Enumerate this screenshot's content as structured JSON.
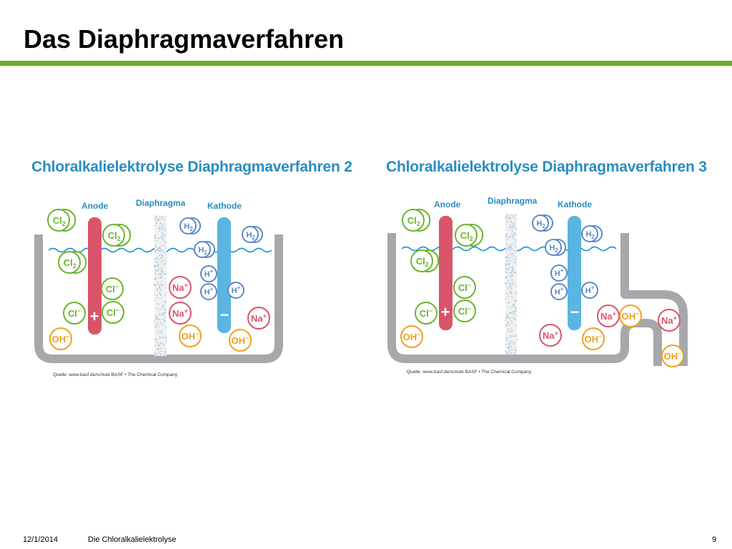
{
  "slide": {
    "title": "Das Diaphragmaverfahren",
    "accent_color": "#6aab2e"
  },
  "colors": {
    "figure_title": "#2a8cc0",
    "label_blue": "#2a8cc0",
    "anode_red": "#d9546a",
    "cathode_blue": "#5ab5e0",
    "cl_green": "#6ab42c",
    "h_blue": "#5b89c4",
    "na_red": "#d9546a",
    "oh_orange": "#f0a020",
    "vessel_gray": "#a6a8ab",
    "water_blue": "#1f97d0",
    "diaphragm_gray": "#b8c4cc"
  },
  "figures": [
    {
      "title": "Chloralkalielektrolyse Diaphragmaverfahren 2",
      "labels": {
        "anode": "Anode",
        "diaphragm": "Diaphragma",
        "cathode": "Kathode"
      },
      "anode_sign": "+",
      "cathode_sign": "−",
      "source": "Quelle: www.basf.de/schule  BASF • The Chemical Company",
      "particles": [
        {
          "symbol": "Cl",
          "sub": "2",
          "kind": "cl2"
        },
        {
          "symbol": "Cl",
          "sub": "2",
          "kind": "cl2"
        },
        {
          "symbol": "Cl",
          "sub": "2",
          "kind": "cl2"
        },
        {
          "symbol": "Cl",
          "sup": "−",
          "kind": "cl"
        },
        {
          "symbol": "Cl",
          "sup": "−",
          "kind": "cl"
        },
        {
          "symbol": "Cl",
          "sup": "−",
          "kind": "cl"
        },
        {
          "symbol": "OH",
          "sup": "−",
          "kind": "oh"
        },
        {
          "symbol": "Na",
          "sup": "+",
          "kind": "na"
        },
        {
          "symbol": "OH",
          "sup": "−",
          "kind": "oh"
        },
        {
          "symbol": "Na",
          "sup": "+",
          "kind": "na"
        },
        {
          "symbol": "H",
          "sub": "2",
          "kind": "h2"
        },
        {
          "symbol": "H",
          "sub": "2",
          "kind": "h2"
        },
        {
          "symbol": "H",
          "sub": "2",
          "kind": "h2"
        },
        {
          "symbol": "H",
          "sup": "+",
          "kind": "h"
        },
        {
          "symbol": "H",
          "sup": "+",
          "kind": "h"
        },
        {
          "symbol": "H",
          "sup": "+",
          "kind": "h"
        },
        {
          "symbol": "Na",
          "sup": "+",
          "kind": "na"
        },
        {
          "symbol": "OH",
          "sup": "−",
          "kind": "oh"
        }
      ]
    },
    {
      "title": "Chloralkalielektrolyse Diaphragmaverfahren 3",
      "labels": {
        "anode": "Anode",
        "diaphragm": "Diaphragma",
        "cathode": "Kathode"
      },
      "anode_sign": "+",
      "cathode_sign": "−",
      "source": "Quelle: www.basf.de/schule  BASF • The Chemical Company",
      "particles": [
        {
          "symbol": "Cl",
          "sub": "2",
          "kind": "cl2"
        },
        {
          "symbol": "Cl",
          "sub": "2",
          "kind": "cl2"
        },
        {
          "symbol": "Cl",
          "sub": "2",
          "kind": "cl2"
        },
        {
          "symbol": "Cl",
          "sup": "−",
          "kind": "cl"
        },
        {
          "symbol": "Cl",
          "sup": "−",
          "kind": "cl"
        },
        {
          "symbol": "Cl",
          "sup": "−",
          "kind": "cl"
        },
        {
          "symbol": "OH",
          "sup": "−",
          "kind": "oh"
        },
        {
          "symbol": "H",
          "sub": "2",
          "kind": "h2"
        },
        {
          "symbol": "H",
          "sub": "2",
          "kind": "h2"
        },
        {
          "symbol": "H",
          "sub": "2",
          "kind": "h2"
        },
        {
          "symbol": "H",
          "sup": "+",
          "kind": "h"
        },
        {
          "symbol": "H",
          "sup": "+",
          "kind": "h"
        },
        {
          "symbol": "H",
          "sup": "+",
          "kind": "h"
        },
        {
          "symbol": "Na",
          "sup": "+",
          "kind": "na"
        },
        {
          "symbol": "OH",
          "sup": "−",
          "kind": "oh"
        },
        {
          "symbol": "Na",
          "sup": "+",
          "kind": "na"
        },
        {
          "symbol": "OH",
          "sup": "−",
          "kind": "oh"
        },
        {
          "symbol": "Na",
          "sup": "+",
          "kind": "na"
        },
        {
          "symbol": "OH",
          "sup": "−",
          "kind": "oh"
        }
      ]
    }
  ],
  "footer": {
    "date": "12/1/2014",
    "topic": "Die Chloralkalielektrolyse",
    "page": "9"
  }
}
